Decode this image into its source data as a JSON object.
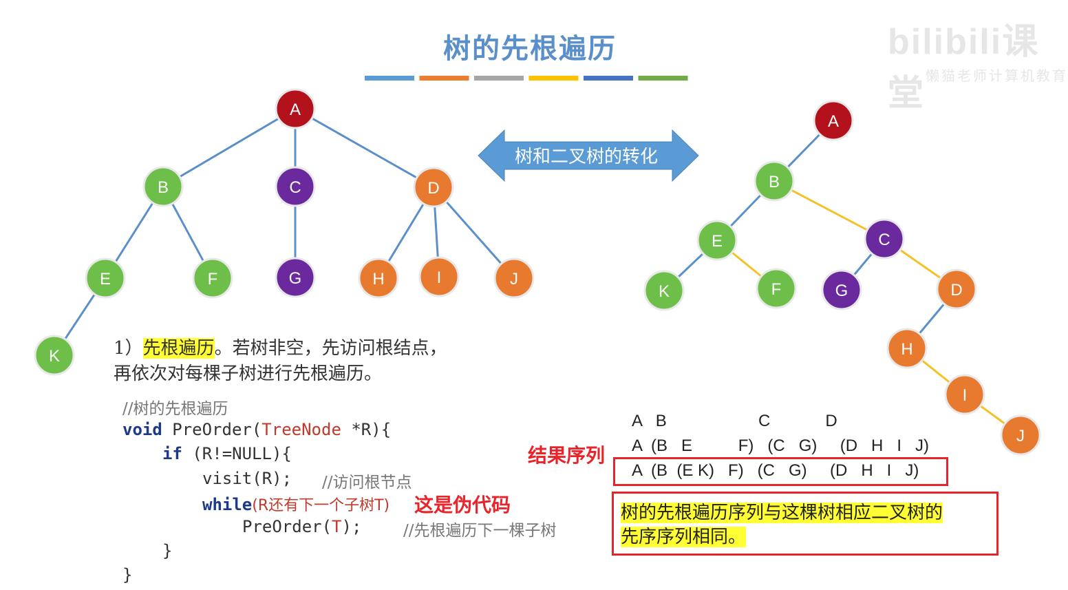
{
  "title": "树的先根遍历",
  "watermark": {
    "brand": "bilibili课堂",
    "sub": "懒猫老师计算机教育"
  },
  "arrow_label": "树和二叉树的转化",
  "colors": {
    "red": "#b3121d",
    "green": "#6dbf4a",
    "purple": "#6a2a9e",
    "orange": "#e87a30",
    "edge_blue": "#5b8fc9",
    "edge_yellow": "#f3c12a",
    "title_bar": [
      "#5b9bd5",
      "#ed7d31",
      "#a5a5a5",
      "#ffc000",
      "#4472c4",
      "#70ad47"
    ]
  },
  "tree": {
    "nodes": [
      {
        "id": "A",
        "label": "A",
        "color": "red"
      },
      {
        "id": "B",
        "label": "B",
        "color": "green"
      },
      {
        "id": "C",
        "label": "C",
        "color": "purple"
      },
      {
        "id": "D",
        "label": "D",
        "color": "orange"
      },
      {
        "id": "E",
        "label": "E",
        "color": "green"
      },
      {
        "id": "F",
        "label": "F",
        "color": "green"
      },
      {
        "id": "G",
        "label": "G",
        "color": "purple"
      },
      {
        "id": "H",
        "label": "H",
        "color": "orange"
      },
      {
        "id": "I",
        "label": "I",
        "color": "orange"
      },
      {
        "id": "J",
        "label": "J",
        "color": "orange"
      },
      {
        "id": "K",
        "label": "K",
        "color": "green"
      }
    ],
    "edges": [
      [
        "A",
        "B"
      ],
      [
        "A",
        "C"
      ],
      [
        "A",
        "D"
      ],
      [
        "B",
        "E"
      ],
      [
        "B",
        "F"
      ],
      [
        "C",
        "G"
      ],
      [
        "D",
        "H"
      ],
      [
        "D",
        "I"
      ],
      [
        "D",
        "J"
      ],
      [
        "E",
        "K"
      ]
    ]
  },
  "binary_tree": {
    "nodes": [
      {
        "id": "A",
        "label": "A",
        "color": "red"
      },
      {
        "id": "B",
        "label": "B",
        "color": "green"
      },
      {
        "id": "E",
        "label": "E",
        "color": "green"
      },
      {
        "id": "C",
        "label": "C",
        "color": "purple"
      },
      {
        "id": "K",
        "label": "K",
        "color": "green"
      },
      {
        "id": "F",
        "label": "F",
        "color": "green"
      },
      {
        "id": "G",
        "label": "G",
        "color": "purple"
      },
      {
        "id": "D",
        "label": "D",
        "color": "orange"
      },
      {
        "id": "H",
        "label": "H",
        "color": "orange"
      },
      {
        "id": "I",
        "label": "I",
        "color": "orange"
      },
      {
        "id": "J",
        "label": "J",
        "color": "orange"
      }
    ],
    "edges": [
      {
        "from": "A",
        "to": "B",
        "kind": "left"
      },
      {
        "from": "B",
        "to": "E",
        "kind": "left"
      },
      {
        "from": "B",
        "to": "C",
        "kind": "right"
      },
      {
        "from": "E",
        "to": "K",
        "kind": "left"
      },
      {
        "from": "E",
        "to": "F",
        "kind": "right"
      },
      {
        "from": "C",
        "to": "G",
        "kind": "left"
      },
      {
        "from": "C",
        "to": "D",
        "kind": "right"
      },
      {
        "from": "D",
        "to": "H",
        "kind": "left"
      },
      {
        "from": "H",
        "to": "I",
        "kind": "right"
      },
      {
        "from": "I",
        "to": "J",
        "kind": "right"
      }
    ]
  },
  "description": {
    "prefix": "1）",
    "highlight": "先根遍历",
    "rest1": "。若树非空，先访问根结点，",
    "line2": "再依次对每棵子树进行先根遍历。"
  },
  "code": {
    "comment_title": "//树的先根遍历",
    "void": "void",
    "func": " PreOrder(",
    "type": "TreeNode",
    "params": " *R){",
    "if": "if",
    "cond": " (R!=NULL){",
    "visit": "visit(R);",
    "visit_comment": "//访问根节点",
    "while": "while",
    "while_cond": "(R还有下一个子树T)",
    "call_pre": "PreOrder(",
    "call_arg": "T",
    "call_post": ");",
    "call_comment": "//先根遍历下一棵子树",
    "close_inner": "}",
    "close_outer": "}"
  },
  "pseudocode_label": "这是伪代码",
  "result_label": "结果序列",
  "sequence_rows": [
    "A   B                    C            D",
    "A  (B   E          F)   (C   G)     (D   H   I   J)",
    "A  (B  (E K)   F)   (C   G)     (D   H   I   J)"
  ],
  "note": {
    "line1": "树的先根遍历序列与这棵树相应二叉树的",
    "line2": "先序序列相同。"
  }
}
